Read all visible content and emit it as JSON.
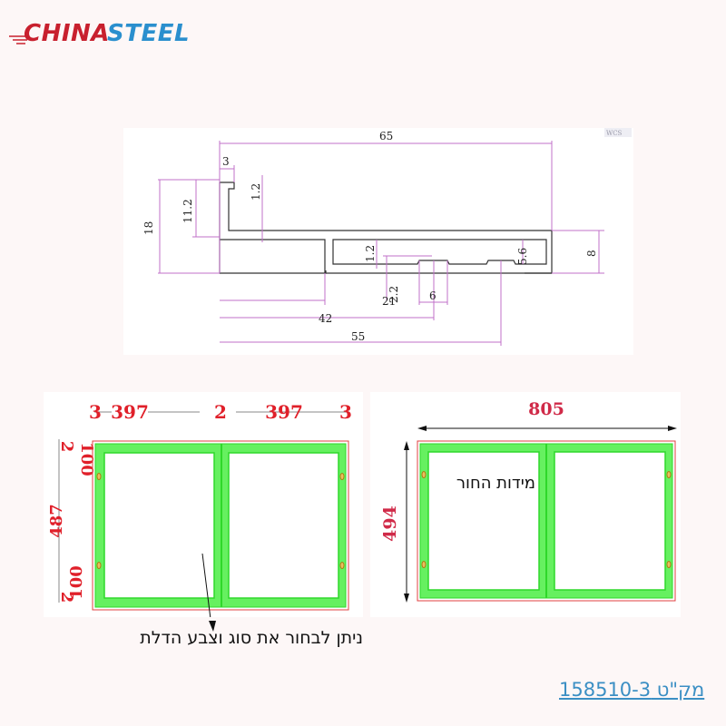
{
  "logo": {
    "part1": "CHINA",
    "part2": "STEEL",
    "color1": "#c8202e",
    "color2": "#2a8fce"
  },
  "profile_drawing": {
    "watermark": "WCS",
    "dimensions": {
      "overall_width": "65",
      "lip_width": "3",
      "overall_height": "18",
      "upper_height": "11.2",
      "upper_wall": "1.2",
      "channel_wall": "1.2",
      "groove_depth": "2.2",
      "groove_width": "6",
      "channel_height": "5.6",
      "base_height": "8",
      "offset_21": "21",
      "offset_42": "42",
      "offset_55": "55"
    },
    "line_color": "#c070c8",
    "outline_color": "#333333"
  },
  "door_left": {
    "top_dims": [
      "3",
      "397",
      "2",
      "397",
      "3"
    ],
    "side_dims": {
      "top_gap": "2",
      "top_hinge": "100",
      "height": "487",
      "bottom_hinge": "100",
      "bottom_gap": "2"
    },
    "caption": "ניתן לבחור  את סוג וצבע הדלת"
  },
  "door_right": {
    "width_dim": "805",
    "height_dim": "494",
    "label": "מידות החור"
  },
  "colors": {
    "frame_green": "#66f060",
    "frame_green_dark": "#2fd82a",
    "outer_red": "#e04040",
    "dim_red": "#e0202a",
    "dim_label_right": "#d02a48",
    "hinge": "#b07a10"
  },
  "sku": {
    "label": "מק\"ט 158510-3"
  }
}
